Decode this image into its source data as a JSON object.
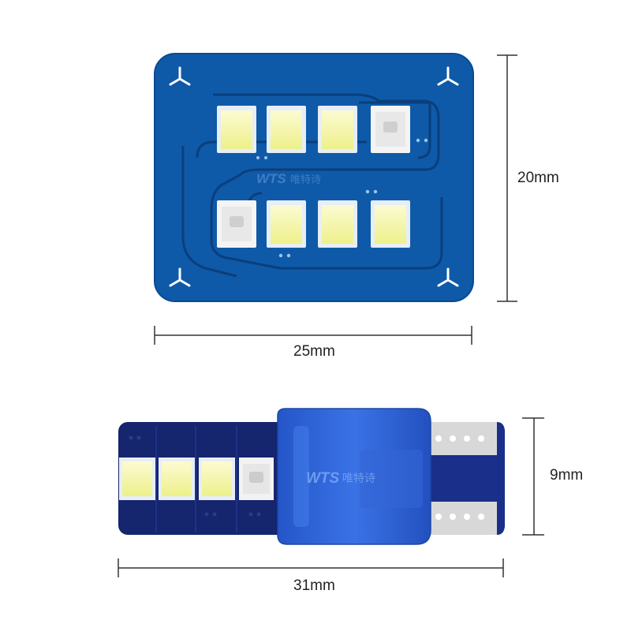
{
  "dimensions": {
    "board_height": "20mm",
    "board_width": "25mm",
    "bulb_height": "9mm",
    "bulb_length": "31mm"
  },
  "brand": {
    "logo": "WTS",
    "logo_cn": "唯特诗"
  },
  "colors": {
    "pcb_blue": "#0f5aa8",
    "trace_dark": "#0a3f7d",
    "led_yellow": "#f4f4a0",
    "led_white": "#f0f0f0",
    "housing_blue": "#2a5fd0",
    "bulb_pcb_dark": "#15256e"
  }
}
